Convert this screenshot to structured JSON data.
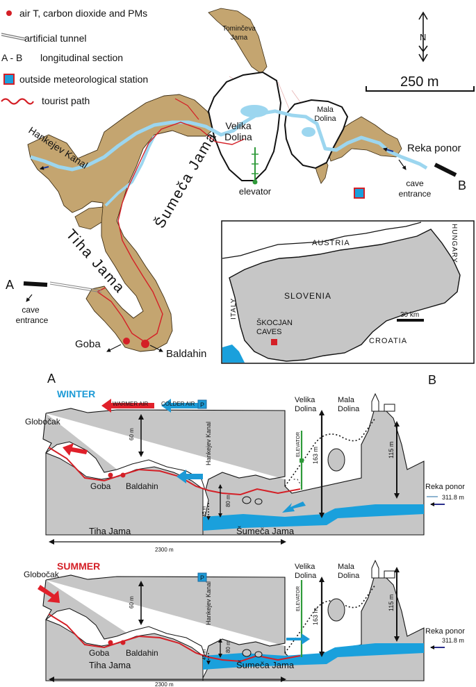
{
  "colors": {
    "cave": "#c4a570",
    "water": "#9cd6ef",
    "water_dark": "#1aa0dc",
    "path": "#d41f26",
    "rock": "#c6c6c6",
    "warm": "#e0202a",
    "cold": "#1c9ad6",
    "elevator": "#2f9a3a",
    "station_fill": "#1aa0dc",
    "station_border": "#d41f26",
    "dark_arrow": "#2a2e8c"
  },
  "legend": {
    "sensor_label": "air T, carbon dioxide and PMs",
    "tunnel_label": "artificial tunnel",
    "section_symbol": "A - B",
    "section_label": "longitudinal section",
    "station_label": "outside meteorological station",
    "path_label": "tourist path"
  },
  "scale": {
    "north": "N",
    "label": "250 m"
  },
  "map": {
    "tomincheva": [
      "Tominčeva",
      "Jama"
    ],
    "velika_dolina": [
      "Velika",
      "Dolina"
    ],
    "mala_dolina": [
      "Mala",
      "Dolina"
    ],
    "reka_ponor": "Reka ponor",
    "hankejev": "Hankejev Kanal",
    "sumeca": "Šumeča Jama",
    "tiha": "Tiha Jama",
    "elevator": "elevator",
    "cave_entrance": [
      "cave",
      "entrance"
    ],
    "goba": "Goba",
    "baldahin": "Baldahin",
    "a": "A",
    "b": "B"
  },
  "inset": {
    "austria": "AUSTRIA",
    "hungary": "HUNGARY",
    "italy": "ITALY",
    "slovenia": "SLOVENIA",
    "croatia": "CROATIA",
    "caves": [
      "ŠKOCJAN",
      "CAVES"
    ],
    "scale": "30 km"
  },
  "section": {
    "a": "A",
    "b": "B",
    "winter": "WINTER",
    "summer": "SUMMER",
    "warmer_air": "WARMER AIR",
    "colder_air": "COLDER AIR",
    "p_label": "P",
    "globocak": "Globočak",
    "goba": "Goba",
    "baldahin": "Baldahin",
    "hankejev": "Hankejev Kanal",
    "elevator": "ELEVATOR",
    "velika": [
      "Velika",
      "Dolina"
    ],
    "mala": [
      "Mala",
      "Dolina"
    ],
    "reka": "Reka ponor",
    "elev_311": "311.8 m",
    "tiha": "Tiha Jama",
    "sumeca": "Šumeča Jama",
    "d60": "60 m",
    "d80": "80 m",
    "d45": "45 m",
    "d163": "163 m",
    "d115": "115 m",
    "length": "2300 m"
  }
}
